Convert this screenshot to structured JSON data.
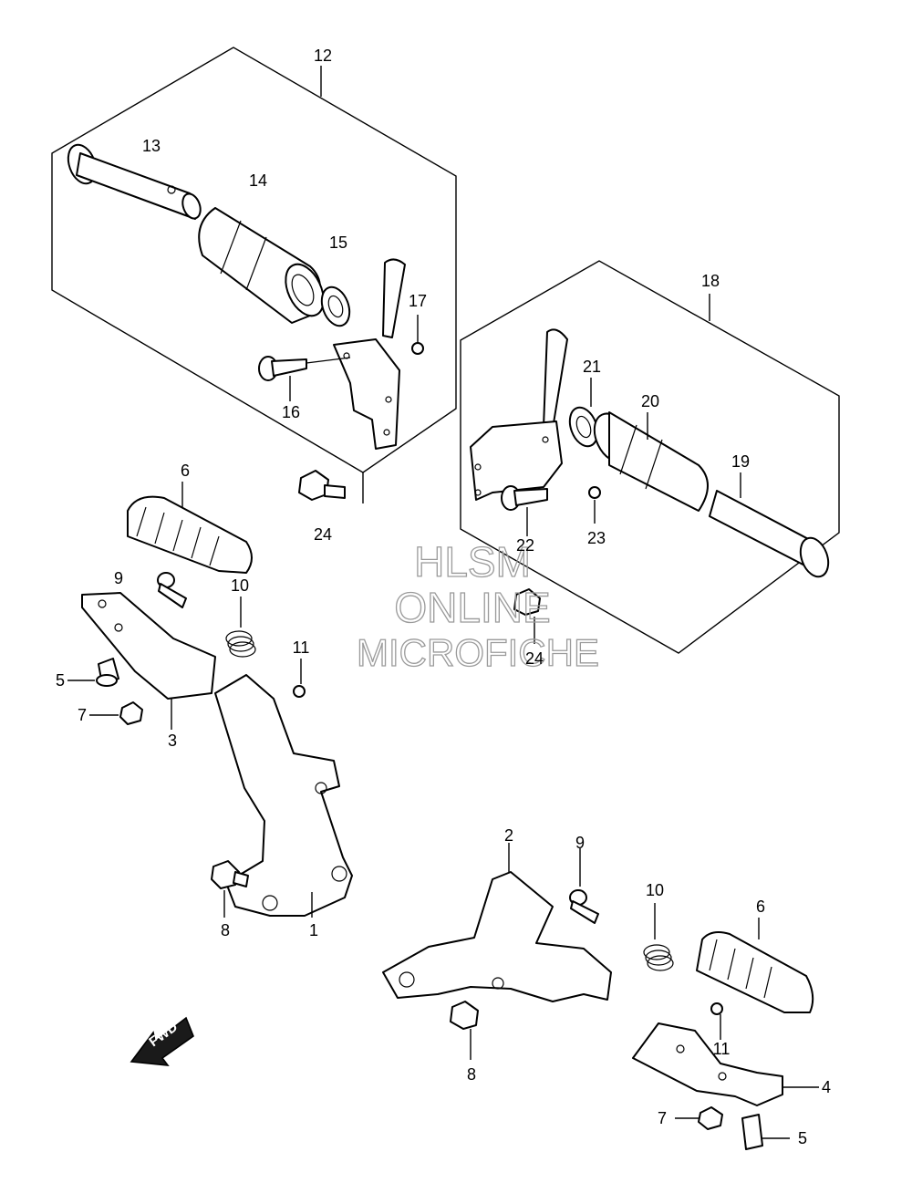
{
  "watermark": {
    "line1": "HLSM",
    "line2": "ONLINE",
    "line3": "MICROFICHE"
  },
  "direction_badge": "FWD",
  "callouts": {
    "c1": "1",
    "c2": "2",
    "c3": "3",
    "c4": "4",
    "c5a": "5",
    "c5b": "5",
    "c6a": "6",
    "c6b": "6",
    "c7a": "7",
    "c7b": "7",
    "c8a": "8",
    "c8b": "8",
    "c9a": "9",
    "c9b": "9",
    "c10a": "10",
    "c10b": "10",
    "c11a": "11",
    "c11b": "11",
    "c12": "12",
    "c13": "13",
    "c14": "14",
    "c15": "15",
    "c16": "16",
    "c17": "17",
    "c18": "18",
    "c19": "19",
    "c20": "20",
    "c21": "21",
    "c22": "22",
    "c23": "23",
    "c24a": "24",
    "c24b": "24"
  }
}
